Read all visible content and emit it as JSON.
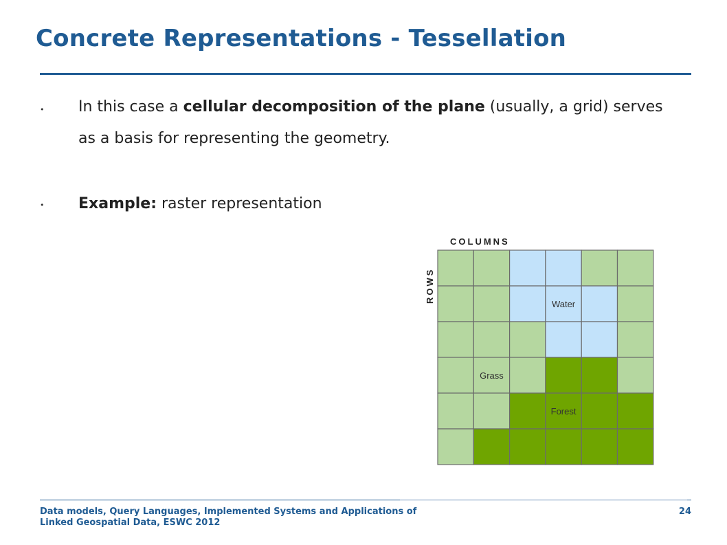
{
  "slide": {
    "title": "Concrete Representations - Tessellation",
    "bullets": [
      {
        "pre": "In this case a ",
        "bold": "cellular decomposition of the plane",
        "post": " (usually, a grid) serves as a basis for representing the geometry."
      },
      {
        "pre": "",
        "bold": "Example:",
        "post": " raster representation"
      }
    ],
    "footer": "Data models, Query Languages, Implemented Systems and Applications of Linked Geospatial Data, ESWC 2012",
    "page_number": "24"
  },
  "raster": {
    "columns_label": "COLUMNS",
    "rows_label": "ROWS",
    "colors": {
      "grass": "#b5d7a0",
      "water": "#c2e2fa",
      "forest": "#6fa500",
      "border": "#6b6b6b"
    },
    "grid": [
      [
        "grass",
        "grass",
        "water",
        "water",
        "grass",
        "grass"
      ],
      [
        "grass",
        "grass",
        "water",
        "water",
        "water",
        "grass"
      ],
      [
        "grass",
        "grass",
        "grass",
        "water",
        "water",
        "grass"
      ],
      [
        "grass",
        "grass",
        "grass",
        "forest",
        "forest",
        "grass"
      ],
      [
        "grass",
        "grass",
        "forest",
        "forest",
        "forest",
        "forest"
      ],
      [
        "grass",
        "forest",
        "forest",
        "forest",
        "forest",
        "forest"
      ]
    ],
    "labels": [
      {
        "text": "Water",
        "row": 1,
        "col": 3
      },
      {
        "text": "Grass",
        "row": 3,
        "col": 1
      },
      {
        "text": "Forest",
        "row": 4,
        "col": 3
      }
    ]
  }
}
